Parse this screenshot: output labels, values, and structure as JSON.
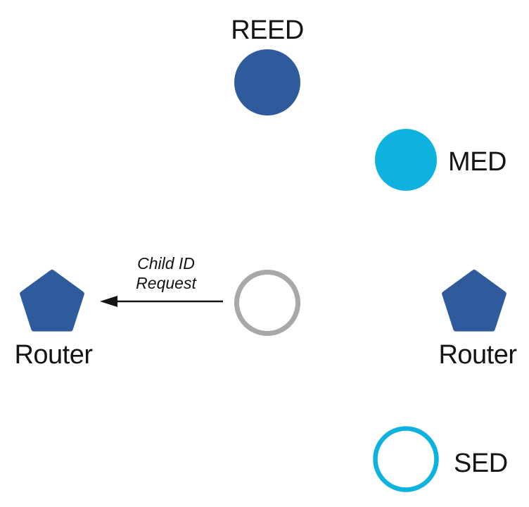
{
  "diagram": {
    "background": "#ffffff",
    "colors": {
      "node_blue": "#2F5B9D",
      "node_cyan": "#0EB2DF",
      "joiner_gray": "#A8A8A8",
      "text": "#141414",
      "arrow_black": "#141414"
    },
    "nodes": {
      "reed": {
        "label": "REED",
        "shape": "filled-circle-blue"
      },
      "med": {
        "label": "MED",
        "shape": "filled-circle-cyan"
      },
      "router_left": {
        "label": "Router",
        "shape": "pentagon-blue"
      },
      "joiner": {
        "label": "",
        "shape": "outlined-circle-gray"
      },
      "router_right": {
        "label": "Router",
        "shape": "pentagon-blue"
      },
      "sed": {
        "label": "SED",
        "shape": "outlined-circle-cyan"
      }
    },
    "arrow": {
      "label_line1": "Child ID",
      "label_line2": "Request",
      "from": "joiner",
      "to": "router_left",
      "direction": "left"
    }
  }
}
